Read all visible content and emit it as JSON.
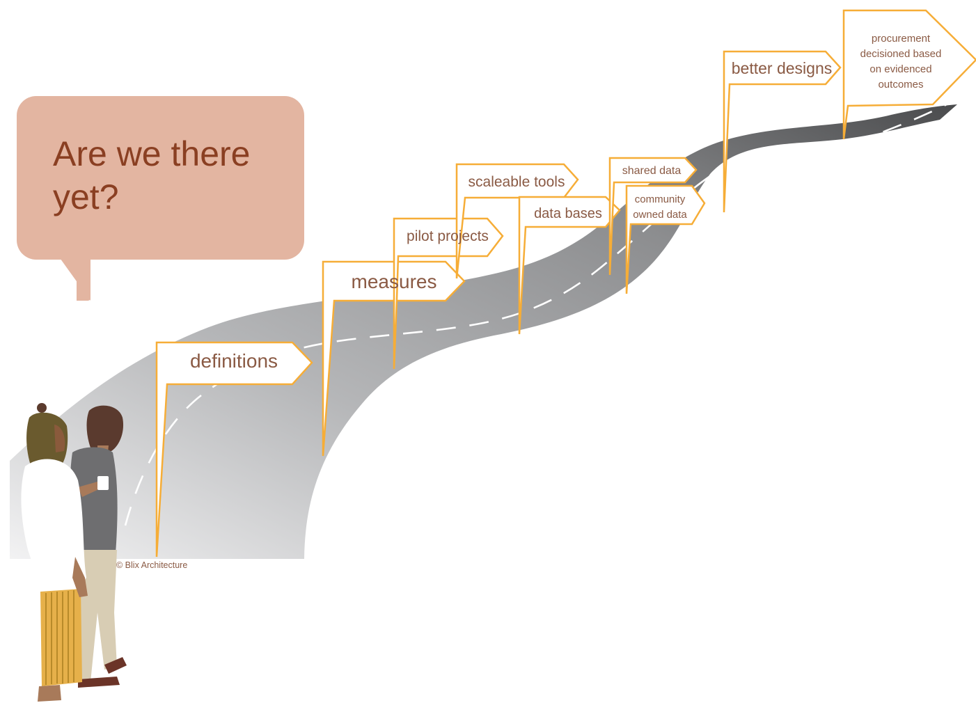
{
  "bubble": {
    "text": "Are we there yet?"
  },
  "copyright": "© Blix Architecture",
  "colors": {
    "flag_outline": "#f6ad37",
    "flag_text": "#8a5a44",
    "bubble_fill": "#e3b5a1",
    "bubble_text": "#8a3f22",
    "road": "#8f9092"
  },
  "flags": {
    "definitions": "definitions",
    "measures": "measures",
    "pilot_projects": "pilot projects",
    "scaleable_tools": "scaleable tools",
    "data_bases": "data bases",
    "shared_data": "shared data",
    "community_owned_data": [
      "community",
      "owned data"
    ],
    "better_designs": "better designs",
    "procurement": [
      "procurement",
      "decisioned based",
      "on evidenced",
      "outcomes"
    ]
  }
}
